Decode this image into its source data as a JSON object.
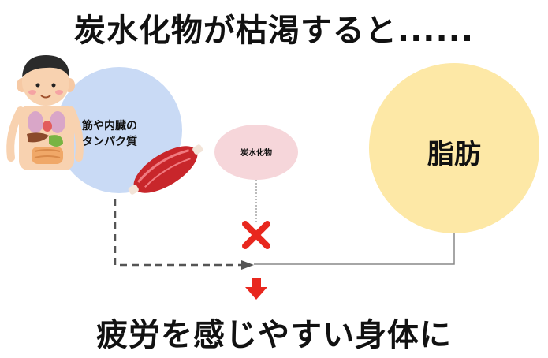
{
  "title": "炭水化物が枯渇すると......",
  "result": "疲労を感じやすい身体に",
  "nodes": {
    "protein": {
      "line1": "筋や内臓の",
      "line2": "タンパク質"
    },
    "carb": {
      "label": "炭水化物"
    },
    "fat": {
      "label": "脂肪"
    }
  },
  "colors": {
    "protein_circle": "#c9daf5",
    "carb_circle": "#f6d6da",
    "fat_circle": "#fde8a6",
    "cross": "#e8271e",
    "down_arrow": "#e8271e",
    "dashed_line": "#555555",
    "solid_line": "#888888"
  }
}
